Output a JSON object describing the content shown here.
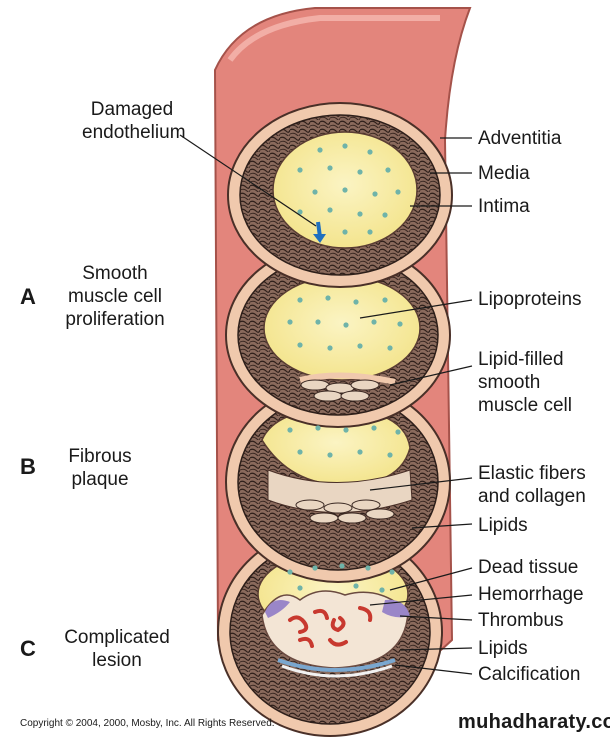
{
  "stages": {
    "a": {
      "letter": "A",
      "caption": [
        "Smooth",
        "muscle cell",
        "proliferation"
      ]
    },
    "b": {
      "letter": "B",
      "caption": [
        "Fibrous",
        "plaque"
      ]
    },
    "c": {
      "letter": "C",
      "caption": [
        "Complicated",
        "lesion"
      ]
    }
  },
  "top_label": [
    "Damaged",
    "endothelium"
  ],
  "labels": {
    "adventitia": "Adventitia",
    "media": "Media",
    "intima": "Intima",
    "lipoproteins": "Lipoproteins",
    "lipid_cell": [
      "Lipid-filled",
      "smooth",
      "muscle cell"
    ],
    "elastic": [
      "Elastic fibers",
      "and collagen"
    ],
    "lipids_1": "Lipids",
    "dead_tissue": "Dead tissue",
    "hemorrhage": "Hemorrhage",
    "thrombus": "Thrombus",
    "lipids_2": "Lipids",
    "calcification": "Calcification"
  },
  "footer": {
    "copyright": "Copyright © 2004, 2000, Mosby, Inc. All Rights Reserved.",
    "site": "muhadharaty.com"
  },
  "colors": {
    "artery": "#e3857c",
    "ring": "#f0c9ad",
    "wall_dark": "#5a3d33",
    "lumen": "#f6eb9e",
    "dot": "#6fb3a9",
    "arrow": "#1f6fbf",
    "purple": "#9a86c8",
    "red": "#c8392f"
  }
}
